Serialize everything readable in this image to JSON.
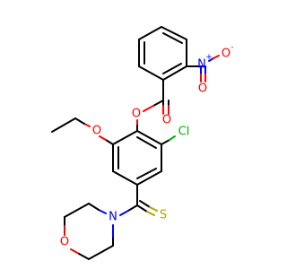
{
  "atoms": {
    "ester_carbonyl_o": "O",
    "ester_o": "O",
    "nitro_n": "N",
    "nitro_n_charge": "+",
    "nitro_o": "O",
    "nitro_o_charge": "-",
    "ether_o": "O",
    "chlorine": "Cl",
    "morpholine_n": "N",
    "morpholine_o": "O",
    "thione_s": "S"
  },
  "colors": {
    "oxygen": "#ff0000",
    "nitrogen": "#0000ff",
    "chlorine": "#00b400",
    "sulfur": "#b4a000",
    "carbon_bond": "#000000"
  }
}
